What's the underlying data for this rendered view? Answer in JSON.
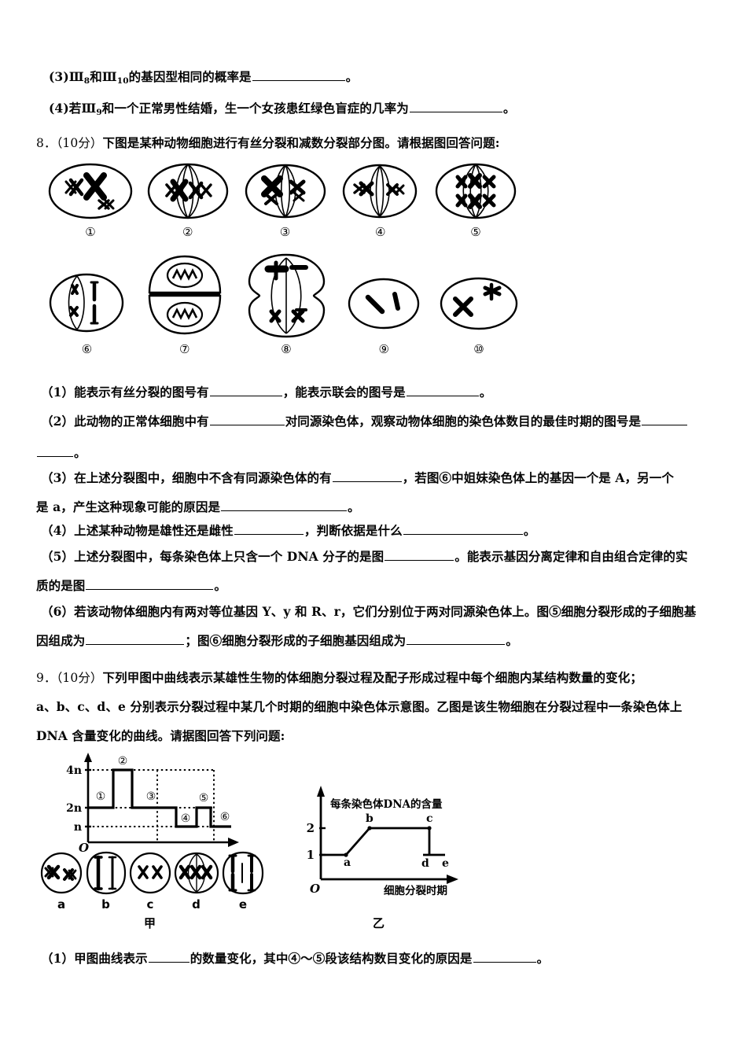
{
  "document": {
    "type": "exam-paper-page",
    "language": "zh-CN"
  },
  "questions": {
    "q7_tail": {
      "item3": {
        "prefix": "(3)",
        "roman": "Ⅲ",
        "sub1": "8",
        "mid": "和",
        "roman2": "Ⅲ",
        "sub2": "10",
        "text": "的基因型相同的概率是",
        "end": "。"
      },
      "item4": {
        "prefix": "(4)",
        "lead": "若",
        "roman": "Ⅲ",
        "sub": "9",
        "text": "和一个正常男性结婚，生一个女孩患红绿色盲症的几率为",
        "end": "。"
      }
    },
    "q8": {
      "number": "8．",
      "score": "（10分）",
      "stem": "下图是某种动物细胞进行有丝分裂和减数分裂部分图。请根据图回答问题:",
      "figure_labels_row1": [
        "①",
        "②",
        "③",
        "④",
        "⑤"
      ],
      "figure_labels_row2": [
        "⑥",
        "⑦",
        "⑧",
        "⑨",
        "⑩"
      ],
      "subquestions": [
        {
          "label": "（1）",
          "segments": [
            "能表示有丝分裂的图号有",
            "，能表示联会的图号是",
            "。"
          ],
          "blanks": [
            92,
            92
          ]
        },
        {
          "label": "（2）",
          "segments": [
            "此动物的正常体细胞中有",
            "对同源染色体，观察动物体细胞的染色体数目的最佳时期的图号是",
            ""
          ],
          "blanks": [
            95,
            60
          ],
          "continuation": "。",
          "continuation_blank": 48
        },
        {
          "label": "（3）",
          "segments": [
            "在上述分裂图中，细胞中不含有同源染色体的有",
            "，若图⑥中姐妹染色体上的基因一个是 A，另一个",
            ""
          ],
          "blanks": [
            88
          ],
          "line2_prefix": "是 a，产生这种现象可能的原因是",
          "line2_blank": 160,
          "line2_end": "。"
        },
        {
          "label": "（4）",
          "segments": [
            "上述某种动物是雄性还是雌性",
            "，判断依据是什么",
            "。"
          ],
          "blanks": [
            88,
            152
          ]
        },
        {
          "label": "（5）",
          "segments": [
            "上述分裂图中，每条染色体上只含一个 DNA 分子的是图",
            "。能表示基因分离定律和自由组合定律的实",
            ""
          ],
          "blanks": [
            88
          ],
          "line2_prefix": "质的是图",
          "line2_blank": 162,
          "line2_end": "。"
        },
        {
          "label": "（6）",
          "segments": [
            "若该动物体细胞内有两对等位基因 Y、y 和 R、r，它们分别位于两对同源染色体上。图⑤细胞分裂形成的子细胞基",
            ""
          ],
          "line2_prefix": "因组成为",
          "line2_blank": 125,
          "line2_mid": "；图⑥细胞分裂形成的子细胞基因组成为",
          "line2_blank2": 125,
          "line2_end": "。"
        }
      ]
    },
    "q9": {
      "number": "9．",
      "score": "（10分）",
      "stem_line1": "下列甲图中曲线表示某雄性生物的体细胞分裂过程及配子形成过程中每个细胞内某结构数量的变化；",
      "stem_line2": "a、b、c、d、e 分别表示分裂过程中某几个时期的细胞中染色体示意图。乙图是该生物细胞在分裂过程中一条染色体上",
      "stem_line3": "DNA 含量变化的曲线。请据图回答下列问题:",
      "subquestions": [
        {
          "label": "（1）",
          "segments": [
            "甲图曲线表示",
            "的数量变化，其中④～⑤段该结构数目变化的原因是",
            "。"
          ],
          "blanks": [
            52,
            80
          ]
        }
      ],
      "chart_jia_caption": "甲",
      "chart_yi_caption": "乙",
      "cell_labels": [
        "a",
        "b",
        "c",
        "d",
        "e"
      ]
    }
  },
  "chart_data": [
    {
      "id": "jia",
      "type": "line",
      "title": "甲",
      "xlabel": "",
      "ylabel": "",
      "ytick_labels": [
        "n",
        "2n",
        "4n"
      ],
      "ytick_values": [
        1,
        2,
        4
      ],
      "ylim": [
        0,
        4.6
      ],
      "origin_label": "O",
      "grid": "dotted-guides",
      "legend": "none",
      "annotations": [
        "①",
        "②",
        "③",
        "④",
        "⑤",
        "⑥"
      ],
      "segments": [
        {
          "label": "①",
          "x_start": 0,
          "x_end": 2.2,
          "value": 2
        },
        {
          "label": "②",
          "x_start": 2.2,
          "x_end": 3.3,
          "value": 4
        },
        {
          "label": "③",
          "x_start": 3.3,
          "x_end": 6.4,
          "value": 2
        },
        {
          "label": "④",
          "x_start": 6.4,
          "x_end": 7.8,
          "value": 1
        },
        {
          "label": "⑤",
          "x_start": 7.8,
          "x_end": 8.8,
          "value": 2
        },
        {
          "label": "⑥",
          "x_start": 8.8,
          "x_end": 10.4,
          "value": 1
        }
      ],
      "vertical_dividers": [
        6.4,
        10.0
      ]
    },
    {
      "id": "yi",
      "type": "line",
      "title": "乙",
      "axis_title": "每条染色体DNA的含量",
      "xlabel": "细胞分裂时期",
      "ylabel": "",
      "origin_label": "O",
      "ytick_labels": [
        "1",
        "2"
      ],
      "ytick_values": [
        1,
        2
      ],
      "ylim": [
        0,
        2.9
      ],
      "grid": "off",
      "legend": "none",
      "points": [
        {
          "label": "",
          "x": 0.0,
          "y": 1
        },
        {
          "label": "a",
          "x": 2.3,
          "y": 1
        },
        {
          "label": "b",
          "x": 4.3,
          "y": 2
        },
        {
          "label": "c",
          "x": 8.6,
          "y": 2
        },
        {
          "label": "d",
          "x": 8.6,
          "y": 1
        },
        {
          "label": "e",
          "x": 10.0,
          "y": 1
        }
      ]
    }
  ]
}
